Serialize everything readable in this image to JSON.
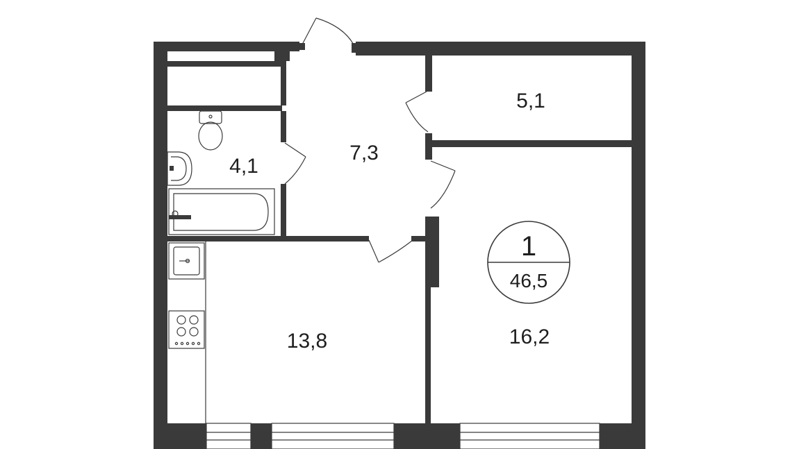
{
  "plan": {
    "rooms": [
      {
        "id": "storage",
        "area": "5,1"
      },
      {
        "id": "hall",
        "area": "7,3"
      },
      {
        "id": "bathroom",
        "area": "4,1"
      },
      {
        "id": "kitchen",
        "area": "13,8"
      },
      {
        "id": "living",
        "area": "16,2"
      }
    ],
    "apartment": {
      "rooms_count": "1",
      "total_area": "46,5"
    }
  },
  "colors": {
    "wall": "#3a3a3a",
    "background": "#ffffff"
  }
}
